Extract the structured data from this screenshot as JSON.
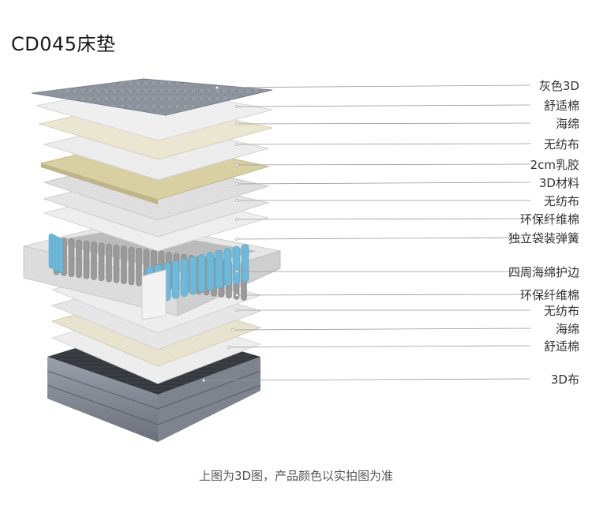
{
  "title": "CD045床垫",
  "caption": "上图为3D图，产品颜色以实拍图为准",
  "layers": [
    {
      "label": "灰色3D",
      "kind": "top-3d"
    },
    {
      "label": "舒适棉",
      "kind": "white-foam"
    },
    {
      "label": "海绵",
      "kind": "cream-foam"
    },
    {
      "label": "无纺布",
      "kind": "nonwoven"
    },
    {
      "label": "2cm乳胶",
      "kind": "latex"
    },
    {
      "label": "3D材料",
      "kind": "3d-material"
    },
    {
      "label": "无纺布",
      "kind": "nonwoven"
    },
    {
      "label": "环保纤维棉",
      "kind": "fiber"
    },
    {
      "label": "独立袋装弹簧",
      "kind": "springs"
    },
    {
      "label": "四周海绵护边",
      "kind": "edge-foam"
    },
    {
      "label": "环保纤维棉",
      "kind": "fiber"
    },
    {
      "label": "无纺布",
      "kind": "nonwoven"
    },
    {
      "label": "海绵",
      "kind": "cream-foam"
    },
    {
      "label": "舒适棉",
      "kind": "white-foam"
    },
    {
      "label": "3D布",
      "kind": "bottom-3d"
    }
  ],
  "colors": {
    "top_3d": "#8a8f9a",
    "white_foam": "#ececec",
    "cream_foam": "#e8e3cf",
    "nonwoven": "#e9e9e9",
    "latex": "#d8cfa3",
    "spring_blue": "#6fb8d9",
    "spring_grey": "#9a9a9a",
    "edge_foam": "#e4e4e4",
    "bottom_3d": "#4d525c"
  }
}
